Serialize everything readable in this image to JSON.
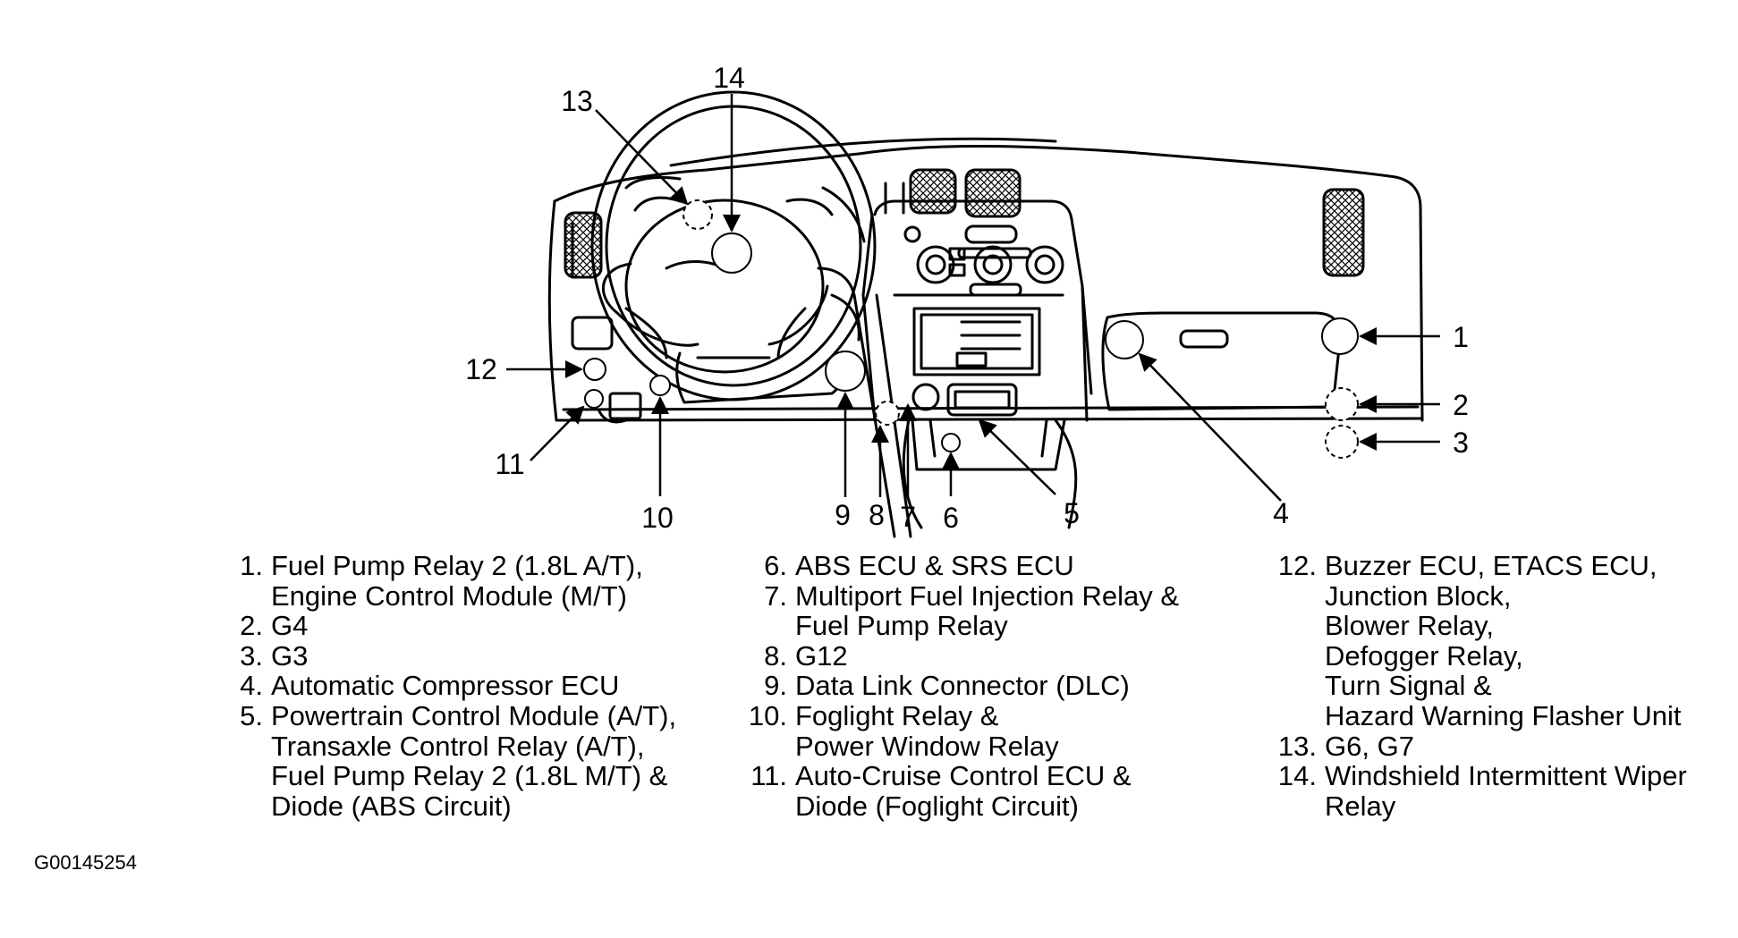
{
  "figure_id": "G00145254",
  "callouts": [
    "1",
    "2",
    "3",
    "4",
    "5",
    "6",
    "7",
    "8",
    "9",
    "10",
    "11",
    "12",
    "13",
    "14"
  ],
  "legend": {
    "column1": [
      {
        "num": "1.",
        "lines": [
          "Fuel Pump Relay 2 (1.8L A/T),",
          "Engine Control Module (M/T)"
        ]
      },
      {
        "num": "2.",
        "lines": [
          "G4"
        ]
      },
      {
        "num": "3.",
        "lines": [
          "G3"
        ]
      },
      {
        "num": "4.",
        "lines": [
          "Automatic Compressor ECU"
        ]
      },
      {
        "num": "5.",
        "lines": [
          "Powertrain Control Module (A/T),",
          "Transaxle Control Relay (A/T),",
          "Fuel Pump Relay 2 (1.8L M/T) &",
          "Diode (ABS Circuit)"
        ]
      }
    ],
    "column2": [
      {
        "num": "6.",
        "lines": [
          "ABS ECU & SRS ECU"
        ]
      },
      {
        "num": "7.",
        "lines": [
          "Multiport Fuel Injection Relay &",
          "Fuel Pump Relay"
        ]
      },
      {
        "num": "8.",
        "lines": [
          "G12"
        ]
      },
      {
        "num": "9.",
        "lines": [
          "Data Link Connector (DLC)"
        ]
      },
      {
        "num": "10.",
        "lines": [
          "Foglight Relay &",
          "Power Window Relay"
        ]
      },
      {
        "num": "11.",
        "lines": [
          "Auto-Cruise Control ECU &",
          "Diode (Foglight Circuit)"
        ]
      }
    ],
    "column3": [
      {
        "num": "12.",
        "lines": [
          "Buzzer ECU, ETACS ECU,",
          "Junction Block,",
          "Blower Relay,",
          "Defogger Relay,",
          "Turn Signal &",
          "Hazard Warning Flasher Unit"
        ]
      },
      {
        "num": "13.",
        "lines": [
          "G6, G7"
        ]
      },
      {
        "num": "14.",
        "lines": [
          "Windshield Intermittent Wiper",
          "Relay"
        ]
      }
    ]
  }
}
